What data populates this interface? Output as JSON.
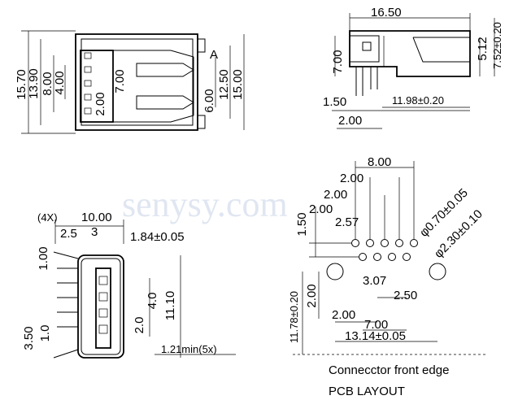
{
  "watermark": "senysy.com",
  "top_left_view": {
    "width_labels": [
      "15.70",
      "13.90",
      "8.00",
      "4.00",
      "7.00",
      "2.00",
      "6.00",
      "12.50",
      "15.00"
    ],
    "section_mark": "A"
  },
  "top_right_view": {
    "labels": [
      "16.50",
      "7.00",
      "5.12",
      "7.52±0.20",
      "1.50",
      "11.98±0.20",
      "2.00"
    ]
  },
  "bottom_left_view": {
    "labels": [
      "10.00",
      "(4X)",
      "2.5",
      "3",
      "1.84±0.05",
      "1.00",
      "4.0",
      "11.10",
      "2.0",
      "3.50",
      "1.0",
      "1.21min(5x)"
    ]
  },
  "pcb_layout": {
    "labels": [
      "8.00",
      "2.00",
      "2.00",
      "2.00",
      "1.50",
      "2.57",
      "φ0.70±0.05",
      "φ2.30±0.10",
      "3.07",
      "2.50",
      "2.00",
      "11.78±0.20",
      "2.00",
      "7.00",
      "13.14±0.05"
    ],
    "edge_caption": "Connecctor front edge",
    "layout_caption": "PCB LAYOUT"
  }
}
